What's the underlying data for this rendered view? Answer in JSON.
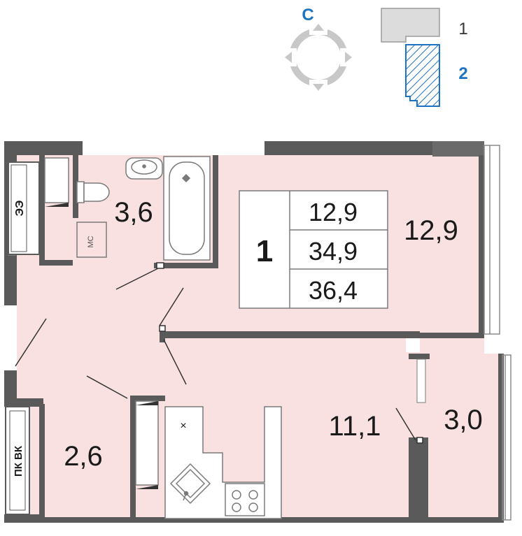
{
  "compass": {
    "north_label": "С"
  },
  "section_legend": {
    "floor_upper": "1",
    "floor_lower": "2"
  },
  "apartment": {
    "rooms_count": "1",
    "living_area": "12,9",
    "total_area": "34,9",
    "total_area_with_balcony": "36,4"
  },
  "rooms": {
    "living_room": "12,9",
    "bathroom": "3,6",
    "storage": "2,6",
    "kitchen": "11,1",
    "balcony": "3,0"
  },
  "labels": {
    "ms": "МС",
    "ventilation": "ЭЭ",
    "pk_vk": "ПК ВК",
    "hood_mark": "×"
  },
  "colors": {
    "floor_fill": "#f8e1e0",
    "wall": "#5a5a5a",
    "accent_blue": "#1e73c2",
    "compass_gray": "#c8c8c8"
  }
}
